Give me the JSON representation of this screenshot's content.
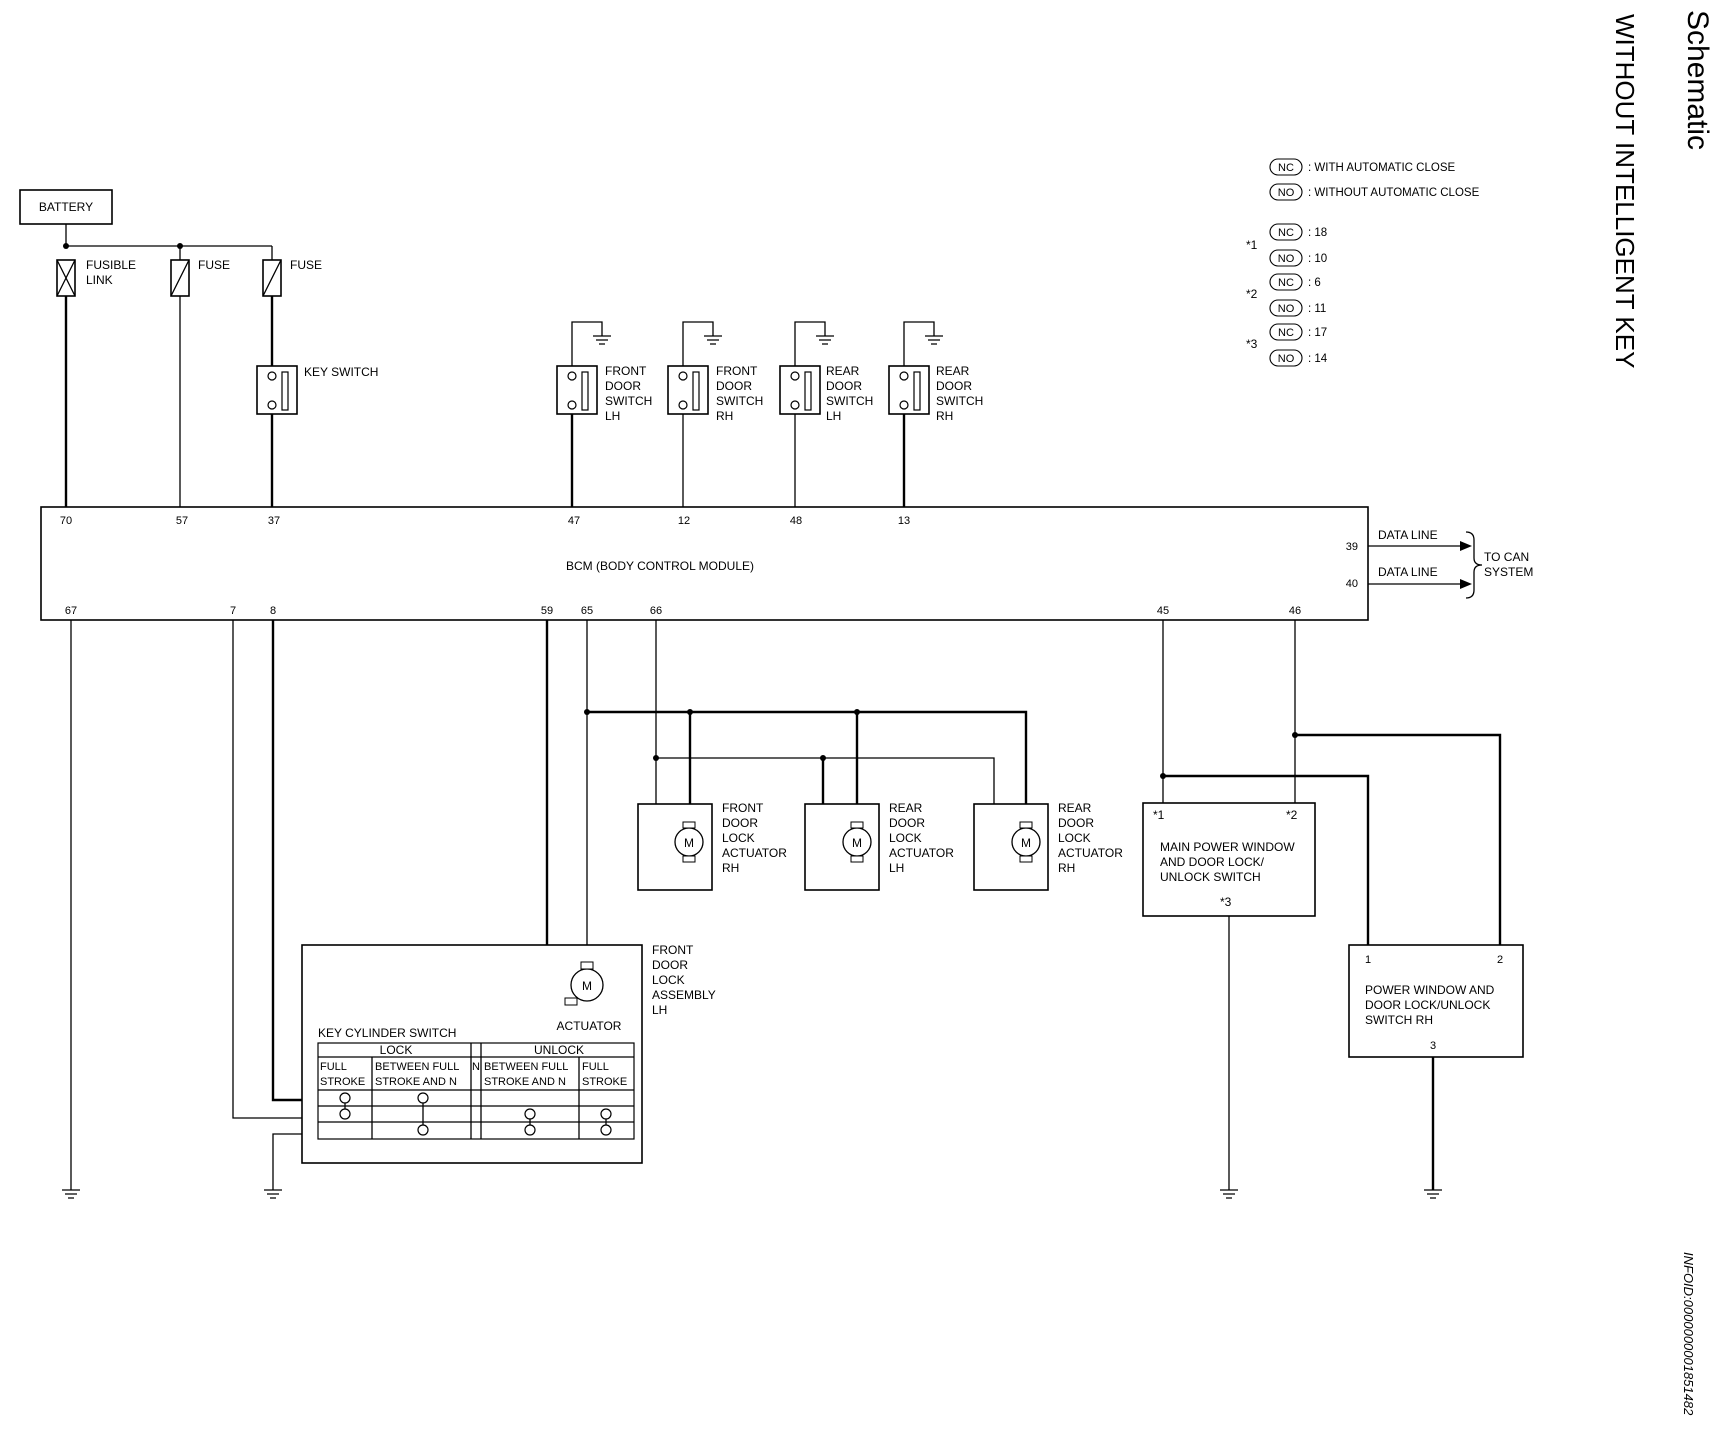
{
  "header": {
    "title": "Schematic",
    "subtitle": "WITHOUT INTELLIGENT KEY",
    "info_id": "INFOID:0000000001851482"
  },
  "legend": {
    "nc_badge": "NC",
    "no_badge": "NO",
    "nc_text": ": WITH AUTOMATIC CLOSE",
    "no_text": ": WITHOUT AUTOMATIC CLOSE",
    "notes": [
      {
        "mark": "*1",
        "nc": ": 18",
        "no": ": 10"
      },
      {
        "mark": "*2",
        "nc": ": 6",
        "no": ": 11"
      },
      {
        "mark": "*3",
        "nc": ": 17",
        "no": ": 14"
      }
    ]
  },
  "power": {
    "battery": "BATTERY",
    "fusible_link": [
      "FUSIBLE",
      "LINK"
    ],
    "fuse_1": "FUSE",
    "fuse_2": "FUSE",
    "key_switch": "KEY SWITCH"
  },
  "door_switches": [
    {
      "lines": [
        "FRONT",
        "DOOR",
        "SWITCH",
        "LH"
      ],
      "pin": "47"
    },
    {
      "lines": [
        "FRONT",
        "DOOR",
        "SWITCH",
        "RH"
      ],
      "pin": "12"
    },
    {
      "lines": [
        "REAR",
        "DOOR",
        "SWITCH",
        "LH"
      ],
      "pin": "48"
    },
    {
      "lines": [
        "REAR",
        "DOOR",
        "SWITCH",
        "RH"
      ],
      "pin": "13"
    }
  ],
  "bcm": {
    "label": "BCM (BODY CONTROL MODULE)",
    "top_pins": [
      "70",
      "57",
      "37"
    ],
    "bottom_pins": [
      "67",
      "7",
      "8",
      "59",
      "65",
      "66",
      "45",
      "46"
    ],
    "right_pins": [
      "39",
      "40"
    ],
    "data_line_1": "DATA LINE",
    "data_line_2": "DATA LINE",
    "to_can": [
      "TO CAN",
      "SYSTEM"
    ]
  },
  "actuators": [
    {
      "lines": [
        "FRONT",
        "DOOR",
        "LOCK",
        "ACTUATOR",
        "RH"
      ]
    },
    {
      "lines": [
        "REAR",
        "DOOR",
        "LOCK",
        "ACTUATOR",
        "LH"
      ]
    },
    {
      "lines": [
        "REAR",
        "DOOR",
        "LOCK",
        "ACTUATOR",
        "RH"
      ]
    }
  ],
  "motor_symbol": "M",
  "main_pw_switch": {
    "lines": [
      "MAIN POWER WINDOW",
      "AND DOOR LOCK/",
      "UNLOCK SWITCH"
    ],
    "mark_1": "*1",
    "mark_2": "*2",
    "mark_3": "*3"
  },
  "pw_switch_rh": {
    "lines": [
      "POWER WINDOW AND",
      "DOOR LOCK/UNLOCK",
      "SWITCH RH"
    ],
    "pin_1": "1",
    "pin_2": "2",
    "pin_3": "3"
  },
  "front_lock_assembly": {
    "lines": [
      "FRONT",
      "DOOR",
      "LOCK",
      "ASSEMBLY",
      "LH"
    ],
    "actuator": "ACTUATOR",
    "key_cylinder_switch": "KEY CYLINDER SWITCH",
    "lock": "LOCK",
    "unlock": "UNLOCK",
    "n": "N",
    "full_stroke": [
      "FULL",
      "STROKE"
    ],
    "between_full_and_n": [
      "BETWEEN FULL",
      "STROKE AND N"
    ]
  }
}
